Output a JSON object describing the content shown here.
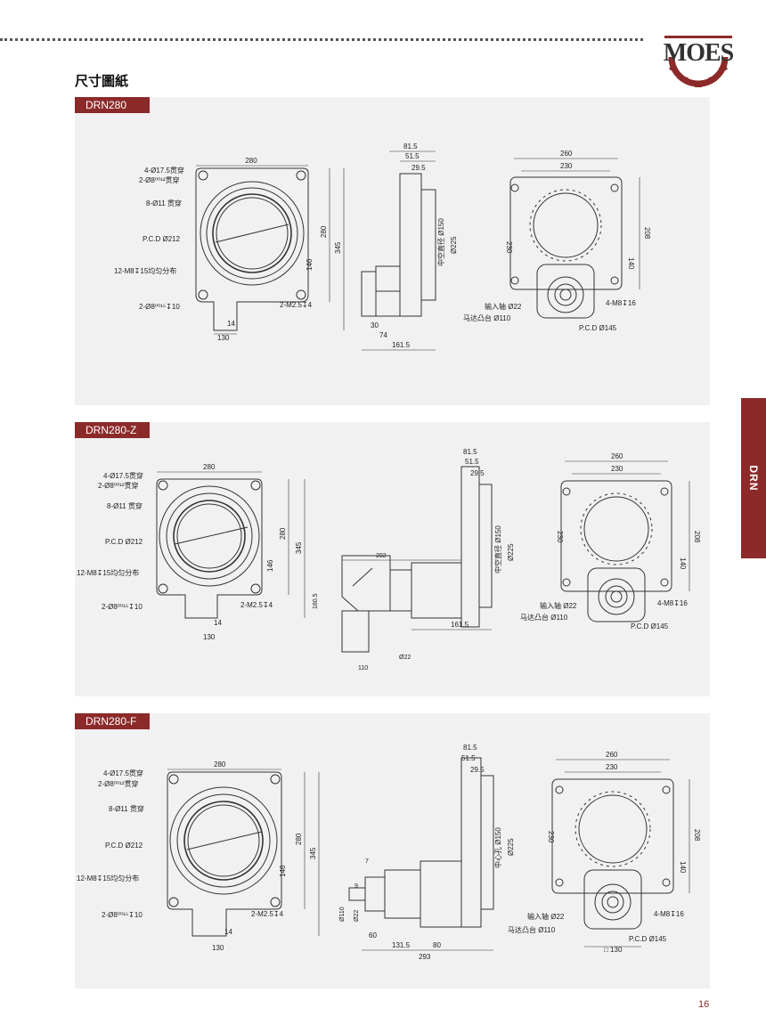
{
  "header": {
    "logo_text": "MOES",
    "section_title": "尺寸圖紙"
  },
  "side_tab": "DRN",
  "page_number": "16",
  "panels": [
    {
      "tag": "DRN280",
      "front": {
        "width": "280",
        "h1": "280",
        "h2": "345",
        "h3": "146",
        "b1": "14",
        "b2": "130",
        "l1": "4-Ø17.5贯穿",
        "l2": "2-Ø8⁰⁰¹²贯穿",
        "l3": "8-Ø11 贯穿",
        "l4": "P.C.D Ø212",
        "l5": "12-M8↧15均匀分布",
        "l6": "2-Ø8⁰⁰¹⁵↧10",
        "l7": "2-M2.5↧4"
      },
      "side": {
        "t1": "81.5",
        "t2": "51.5",
        "t3": "29.5",
        "v1": "中空直径 Ø150",
        "v2": "Ø225",
        "b1": "30",
        "b2": "74",
        "b3": "161.5"
      },
      "rear": {
        "w1": "260",
        "w2": "230",
        "v1": "230",
        "v2": "208",
        "v3": "140",
        "l1": "输入轴 Ø22",
        "l2": "马达凸台 Ø110",
        "l3": "4-M8↧16",
        "l4": "P.C.D Ø145"
      }
    },
    {
      "tag": "DRN280-Z",
      "front": {
        "width": "280",
        "h1": "280",
        "h2": "345",
        "h3": "146",
        "b1": "14",
        "b2": "130",
        "l1": "4-Ø17.5贯穿",
        "l2": "2-Ø8⁰⁰¹²贯穿",
        "l3": "8-Ø11 贯穿",
        "l4": "P.C.D Ø212",
        "l5": "12-M8↧15均匀分布",
        "l6": "2-Ø8⁰⁰¹⁵↧10",
        "l7": "2-M2.5↧4"
      },
      "side": {
        "t1": "81.5",
        "t2": "51.5",
        "t3": "29.5",
        "v1": "中空直径 Ø150",
        "v2": "Ø225",
        "b1": "202",
        "b2": "161.5",
        "b3": "110",
        "b4": "Ø22",
        "b5": "180.5"
      },
      "rear": {
        "w1": "260",
        "w2": "230",
        "v1": "230",
        "v2": "208",
        "v3": "140",
        "l1": "输入轴 Ø22",
        "l2": "马达凸台 Ø110",
        "l3": "4-M8↧16",
        "l4": "P.C.D Ø145"
      }
    },
    {
      "tag": "DRN280-F",
      "front": {
        "width": "280",
        "h1": "280",
        "h2": "345",
        "h3": "146",
        "b1": "14",
        "b2": "130",
        "l1": "4-Ø17.5贯穿",
        "l2": "2-Ø8⁰⁰¹²贯穿",
        "l3": "8-Ø11 贯穿",
        "l4": "P.C.D Ø212",
        "l5": "12-M8↧15均匀分布",
        "l6": "2-Ø8⁰⁰¹⁵↧10",
        "l7": "2-M2.5↧4"
      },
      "side": {
        "t1": "81.5",
        "t2": "51.5",
        "t3": "29.5",
        "v1": "中心孔 Ø150",
        "v2": "Ø225",
        "b1": "60",
        "b2": "131.5",
        "b3": "80",
        "b4": "293",
        "s1": "7",
        "s2": "9",
        "s3": "Ø110",
        "s4": "Ø22"
      },
      "rear": {
        "w1": "260",
        "w2": "230",
        "v1": "230",
        "v2": "208",
        "v3": "140",
        "l1": "输入轴 Ø22",
        "l2": "马达凸台 Ø110",
        "l3": "4-M8↧16",
        "l4": "P.C.D Ø145",
        "l5": "□ 130"
      }
    }
  ]
}
